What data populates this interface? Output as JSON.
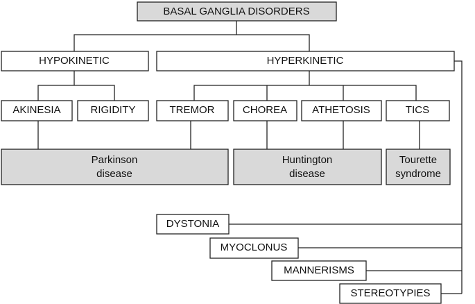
{
  "diagram": {
    "root": {
      "label": "BASAL GANGLIA DISORDERS"
    },
    "categories": {
      "hypokinetic": {
        "label": "HYPOKINETIC"
      },
      "hyperkinetic": {
        "label": "HYPERKINETIC"
      }
    },
    "symptoms": {
      "akinesia": {
        "label": "AKINESIA"
      },
      "rigidity": {
        "label": "RIGIDITY"
      },
      "tremor": {
        "label": "TREMOR"
      },
      "chorea": {
        "label": "CHOREA"
      },
      "athetosis": {
        "label": "ATHETOSIS"
      },
      "tics": {
        "label": "TICS"
      }
    },
    "diseases": {
      "parkinson": {
        "line1": "Parkinson",
        "line2": "disease"
      },
      "huntington": {
        "line1": "Huntington",
        "line2": "disease"
      },
      "tourette": {
        "line1": "Tourette",
        "line2": "syndrome"
      }
    },
    "other_hyperkinetic": {
      "dystonia": {
        "label": "DYSTONIA"
      },
      "myoclonus": {
        "label": "MYOCLONUS"
      },
      "mannerisms": {
        "label": "MANNERISMS"
      },
      "stereotypies": {
        "label": "STEREOTYPIES"
      }
    }
  }
}
